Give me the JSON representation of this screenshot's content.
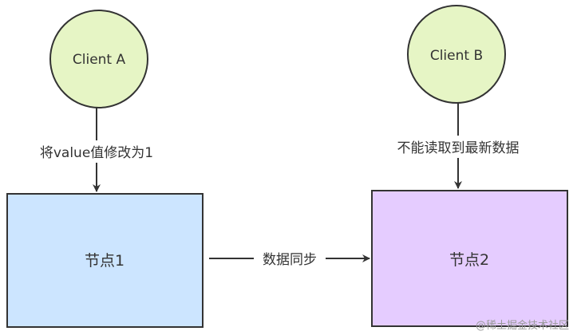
{
  "nodes": {
    "client_a": {
      "label": "Client A",
      "fill": "#e6f5c5",
      "stroke": "#333333"
    },
    "client_b": {
      "label": "Client B",
      "fill": "#e6f5c5",
      "stroke": "#333333"
    },
    "node1": {
      "label": "节点1",
      "fill": "#cce5ff",
      "stroke": "#333333"
    },
    "node2": {
      "label": "节点2",
      "fill": "#e5ccff",
      "stroke": "#333333"
    }
  },
  "edges": {
    "write": {
      "label": "将value值修改为1"
    },
    "read": {
      "label": "不能读取到最新数据"
    },
    "sync": {
      "label": "数据同步"
    }
  },
  "watermark": {
    "text": "@稀土掘金技术社区"
  },
  "colors": {
    "line": "#333333",
    "text": "#333333"
  }
}
